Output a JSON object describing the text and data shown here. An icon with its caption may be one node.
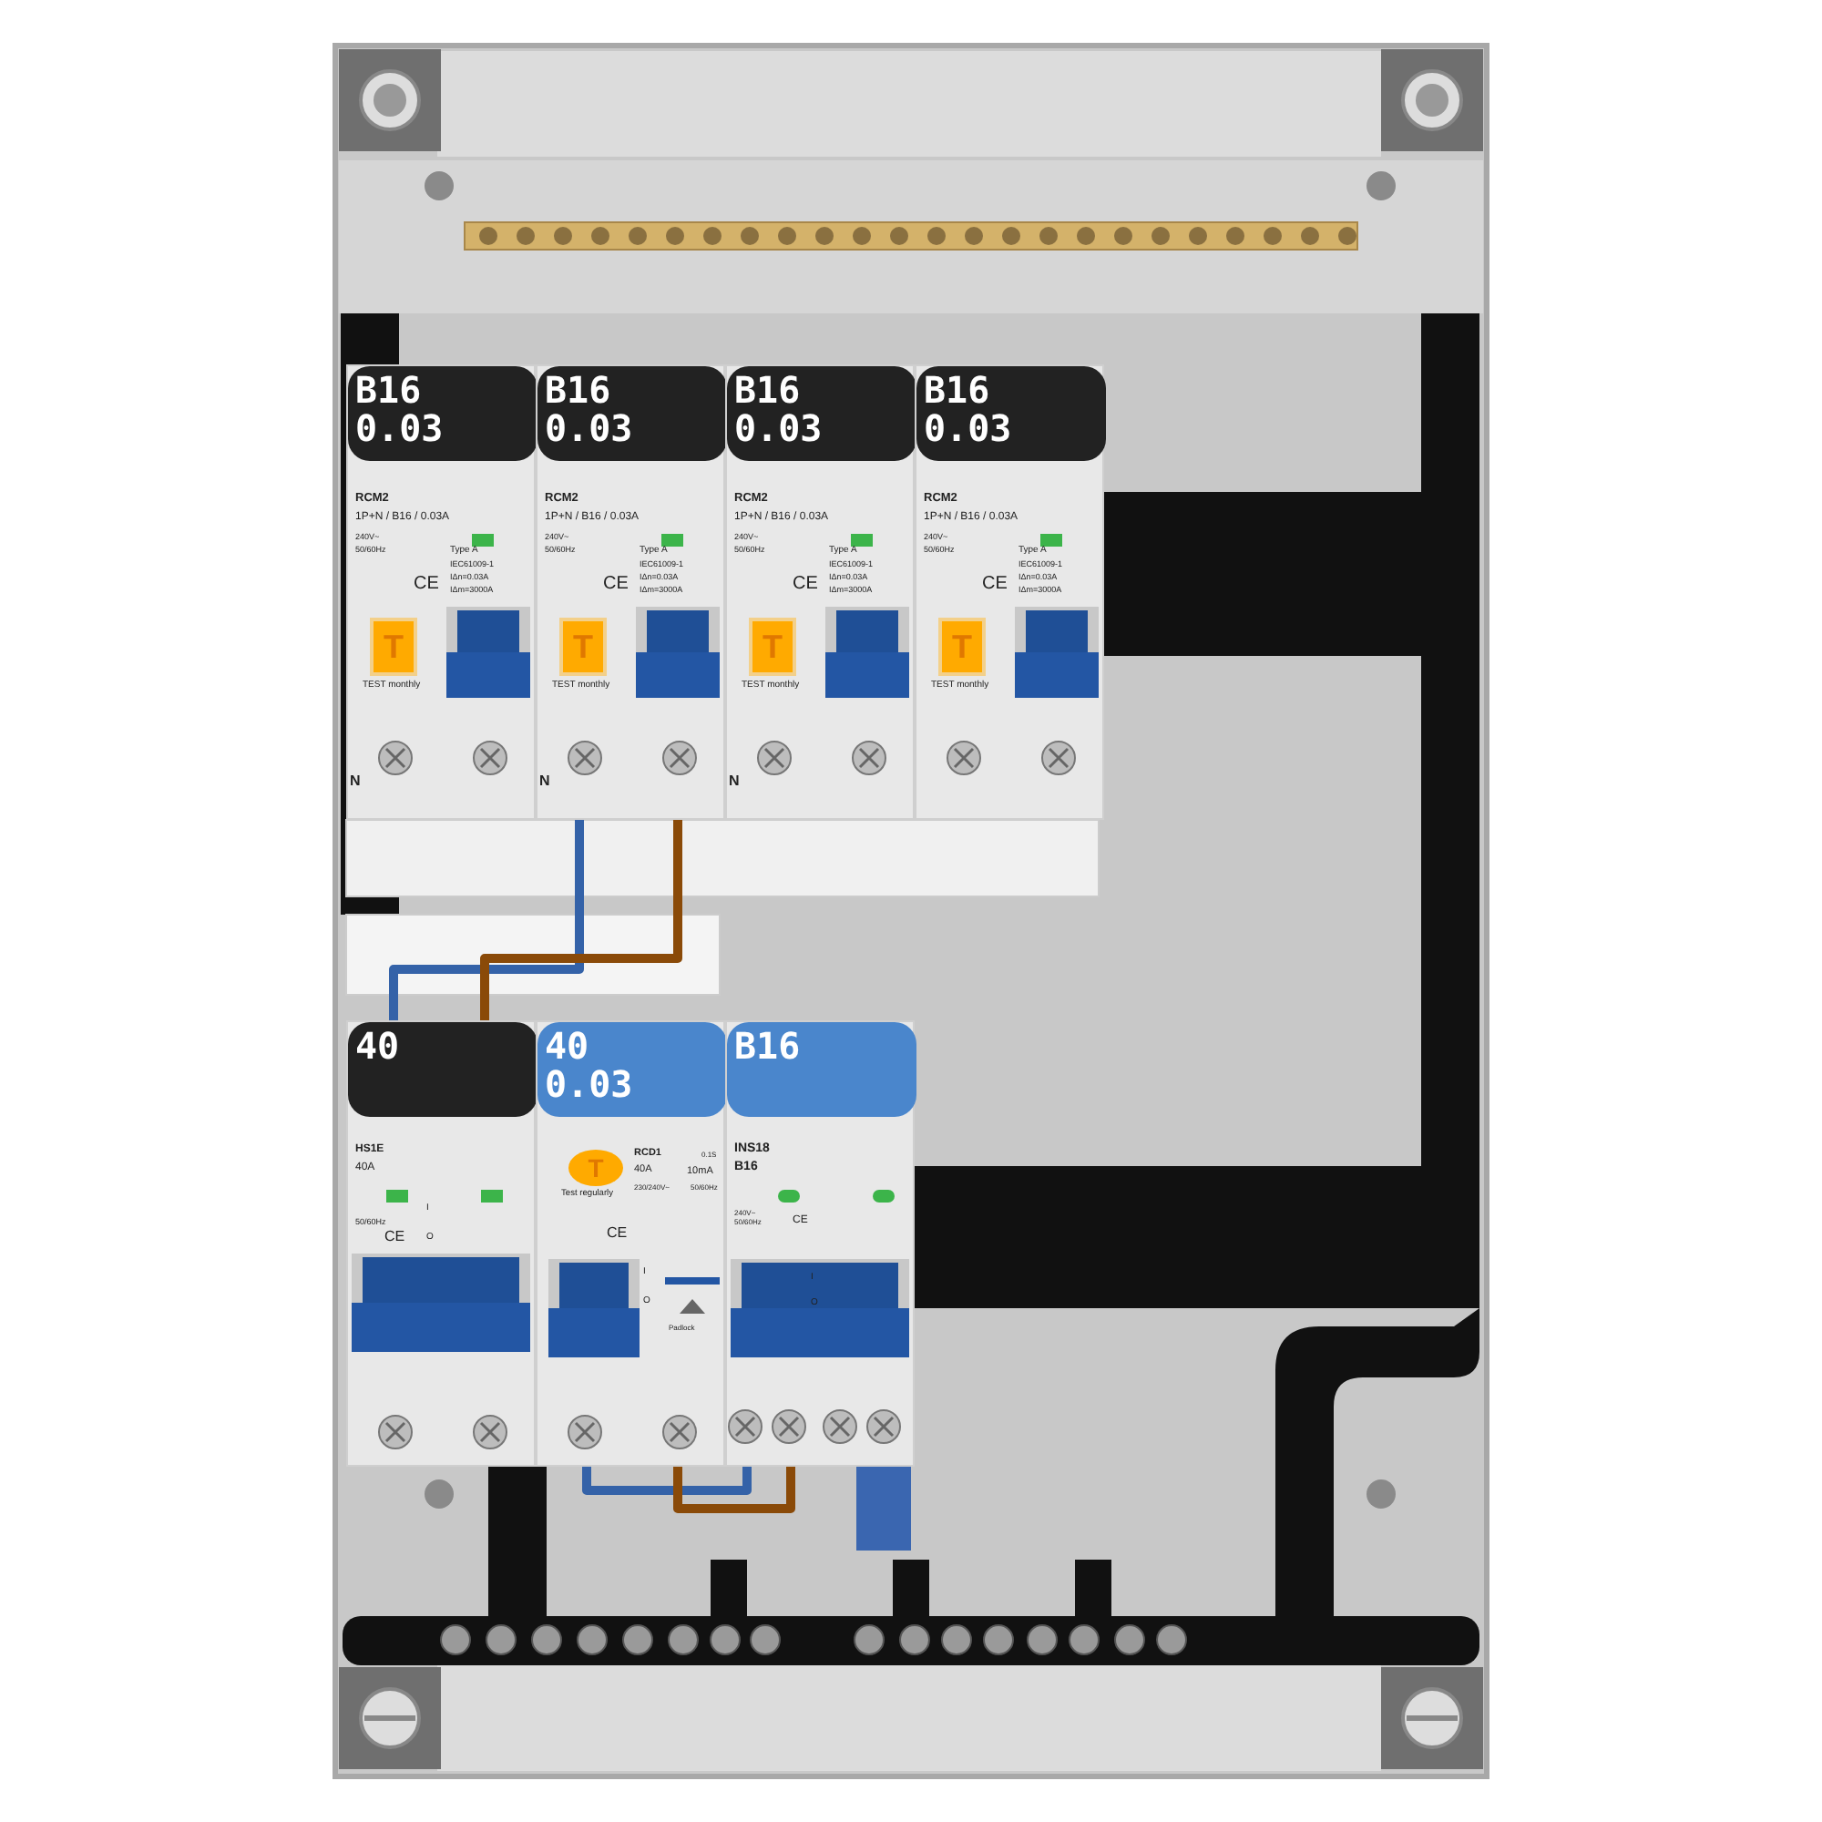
{
  "diagram": {
    "nodes": [
      {
        "text": [
          "B16 0.03",
          "RCM2",
          "1P+N / B16 / 0.03A",
          "240V~",
          "50/60Hz",
          "CE",
          "Type A",
          "IEC61009-1",
          "IΔn=0.03A",
          "IΔm=3000A",
          "T",
          "TEST monthly",
          "N"
        ]
      },
      {
        "text": [
          "B16 0.03",
          "RCM2",
          "1P+N / B16 / 0.03A",
          "240V~",
          "50/60Hz",
          "CE",
          "Type A",
          "IEC61009-1",
          "IΔn=0.03A",
          "IΔm=3000A",
          "T",
          "TEST monthly",
          "N"
        ]
      },
      {
        "text": [
          "B16 0.03",
          "RCM2",
          "1P+N / B16 / 0.03A",
          "240V~",
          "50/60Hz",
          "CE",
          "Type A",
          "IEC61009-1",
          "IΔn=0.03A",
          "IΔm=3000A",
          "T",
          "TEST monthly",
          "N"
        ]
      },
      {
        "text": [
          "B16 0.03",
          "RCM2",
          "1P+N / B16 / 0.03A",
          "240V~",
          "50/60Hz",
          "CE",
          "Type A",
          "IEC61009-1",
          "IΔn=0.03A",
          "IΔm=3000A",
          "T",
          "TEST monthly"
        ]
      },
      {
        "text": [
          "40",
          "HS1E",
          "40A",
          "50/60Hz",
          "CE",
          "I",
          "O"
        ]
      },
      {
        "text": [
          "40 0.03",
          "T",
          "Test regularly",
          "RCD1",
          "40A",
          "0.1S",
          "10mA",
          "230/240V~",
          "50/60Hz",
          "CE",
          "I",
          "O",
          "Padlock"
        ]
      },
      {
        "text": [
          "B16",
          "INS18",
          "B16",
          "240V~",
          "50/60Hz",
          "CE",
          "I",
          "O"
        ]
      }
    ],
    "edges": [
      {
        "from": 1,
        "to": 4,
        "arrow": "none",
        "color": "#3462a8"
      },
      {
        "from": 1,
        "to": 4,
        "arrow": "none",
        "color": "#8a4a08"
      },
      {
        "from": 5,
        "to": 6,
        "arrow": "none",
        "color": "#3462a8"
      },
      {
        "from": 5,
        "to": 6,
        "arrow": "none",
        "color": "#8a4a08"
      }
    ]
  }
}
